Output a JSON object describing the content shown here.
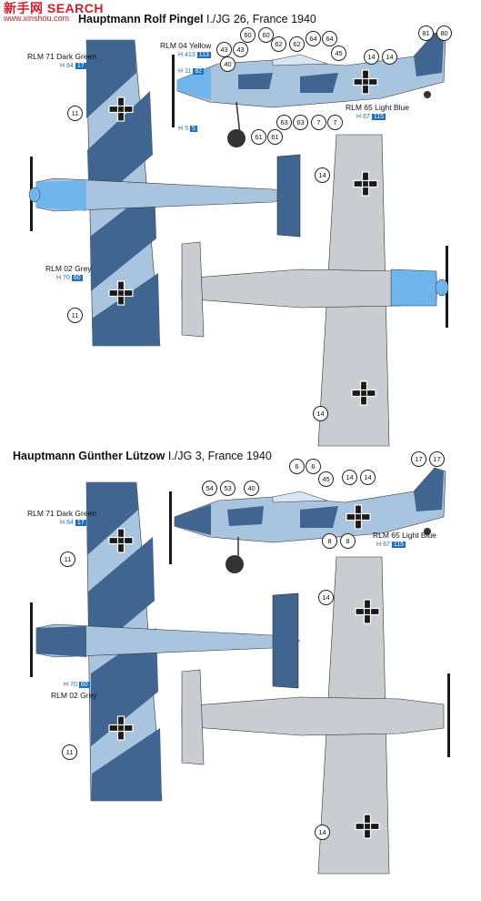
{
  "watermark": {
    "main": "新手网 SEARCH",
    "sub": "www.xinshou.com"
  },
  "aircraft": [
    {
      "pilot": "Hauptmann Rolf Pingel",
      "unit": "I./JG 26, France 1940",
      "colors": [
        {
          "name": "RLM 71 Dark Green",
          "fs_prefix": "H",
          "fs_code": "64",
          "fs_box": "17"
        },
        {
          "name": "RLM 04 Yellow",
          "fs_prefix": "H",
          "fs_code": "413",
          "fs_box": "113"
        },
        {
          "name": "RLM 65 Light Blue",
          "fs_prefix": "H",
          "fs_code": "67",
          "fs_box": "115"
        },
        {
          "name": "RLM 02 Grey",
          "fs_prefix": "H",
          "fs_code": "70",
          "fs_box": "60"
        }
      ],
      "extra_fs": [
        {
          "prefix": "H",
          "code": "11",
          "box": "82"
        },
        {
          "prefix": "H",
          "code": "5",
          "box": "5"
        }
      ],
      "callouts": [
        "60",
        "60",
        "43",
        "43",
        "40",
        "62",
        "62",
        "64",
        "64",
        "45",
        "14",
        "14",
        "81",
        "80",
        "61",
        "61",
        "63",
        "63",
        "7",
        "7",
        "11",
        "14",
        "11",
        "14"
      ]
    },
    {
      "pilot": "Hauptmann Günther Lützow",
      "unit": "I./JG 3, France 1940",
      "colors": [
        {
          "name": "RLM 71 Dark Green",
          "fs_prefix": "H",
          "fs_code": "64",
          "fs_box": "17"
        },
        {
          "name": "RLM 65 Light Blue",
          "fs_prefix": "H",
          "fs_code": "67",
          "fs_box": "115"
        },
        {
          "name": "RLM 02 Grey",
          "fs_prefix": "H",
          "fs_code": "70",
          "fs_box": "60"
        }
      ],
      "callouts": [
        "6",
        "6",
        "45",
        "14",
        "14",
        "17",
        "17",
        "54",
        "53",
        "40",
        "8",
        "8",
        "11",
        "14",
        "11",
        "14"
      ]
    }
  ],
  "palette": {
    "dark": "#3f6590",
    "light": "#a9c4df",
    "grey": "#c9ccd1",
    "spinner_blue": "#6fb5ec",
    "black": "#1a1a1a"
  }
}
